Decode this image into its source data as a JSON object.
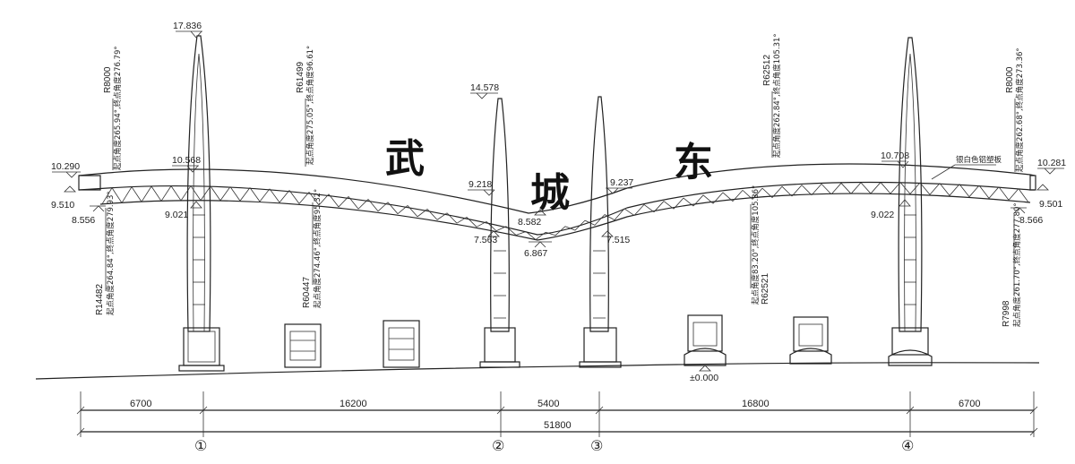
{
  "title_chars": [
    "武",
    "城",
    "东"
  ],
  "elevations": {
    "left_spire_top": "17.836",
    "mid_spire_top": "14.578",
    "left_end_top": "10.290",
    "left_end_bottom": "9.510",
    "left_end_low": "8.556",
    "col1_top": "10.568",
    "col1_bottom": "9.021",
    "col2_top": "9.218",
    "col2_bottom": "7.563",
    "valley_top": "8.582",
    "valley_bottom": "6.867",
    "col3_top": "9.237",
    "col3_bottom": "7.515",
    "col4_top": "10.708",
    "col4_bottom": "9.022",
    "right_end_top": "10.281",
    "right_end_bottom": "9.501",
    "right_end_low": "8.566",
    "ground": "±0.000"
  },
  "radii": {
    "r1": "R8000",
    "r2": "R61499",
    "r3": "R62512",
    "r4": "R8000",
    "r5": "R14482",
    "r6": "R60447",
    "r7": "R62521",
    "r8": "R7998"
  },
  "arc_notes": {
    "n1": "起点角度265.94°,终点角度276.79°",
    "n2": "起点角度275.05°,终点角度96.61°",
    "n3": "起点角度262.84°,终点角度105.31°",
    "n4": "起点角度262.68°,终点角度273.36°",
    "n5": "起点角度264.84°,终点角度279.93°",
    "n6": "起点角度274.46°,终点角度95.32°",
    "n7": "起点角度83.20°,终点角度105.36°",
    "n8": "起点角度261.70°,终点角度277.80°"
  },
  "material_note": "银白色铝塑板",
  "dimensions": {
    "seg1": "6700",
    "seg2": "16200",
    "seg3": "5400",
    "seg4": "16800",
    "seg5": "6700",
    "total": "51800"
  },
  "axes": [
    "①",
    "②",
    "③",
    "④"
  ]
}
